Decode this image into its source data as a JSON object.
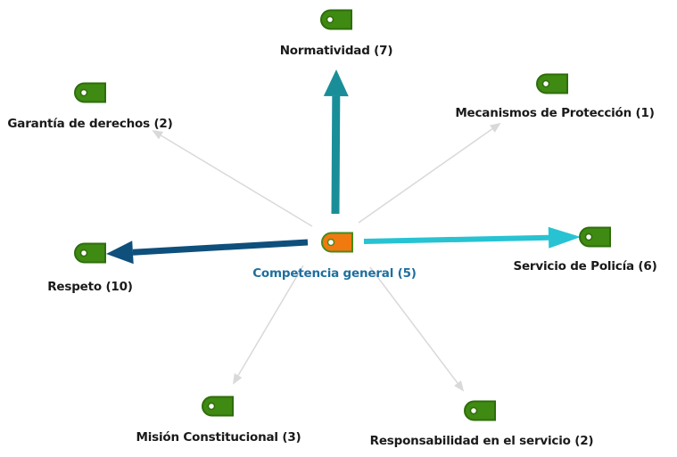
{
  "diagram": {
    "type": "network",
    "center": {
      "label": "Competencia general (5)",
      "name": "Competencia general",
      "count": 5,
      "icon": "tag-icon",
      "fill": "#f07a10",
      "stroke": "#4a8a1a"
    },
    "node_style": {
      "icon": "tag-icon",
      "fill": "#3f8a12",
      "stroke": "#2f6d0c"
    },
    "nodes": [
      {
        "id": "normatividad",
        "label": "Normatividad (7)",
        "name": "Normatividad",
        "count": 7,
        "edge_color": "#1a8e98",
        "edge_weight": "strong"
      },
      {
        "id": "garantia",
        "label": "Garantía de derechos (2)",
        "name": "Garantía de derechos",
        "count": 2,
        "edge_color": "#d9d9d9",
        "edge_weight": "weak"
      },
      {
        "id": "mecanismos",
        "label": "Mecanismos de Protección (1)",
        "name": "Mecanismos de Protección",
        "count": 1,
        "edge_color": "#d9d9d9",
        "edge_weight": "weak"
      },
      {
        "id": "respeto",
        "label": "Respeto (10)",
        "name": "Respeto",
        "count": 10,
        "edge_color": "#0e4f7c",
        "edge_weight": "strong"
      },
      {
        "id": "servicio-policia",
        "label": "Servicio de Policía (6)",
        "name": "Servicio de Policía",
        "count": 6,
        "edge_color": "#27c3d3",
        "edge_weight": "strong"
      },
      {
        "id": "mision",
        "label": "Misión Constitucional (3)",
        "name": "Misión Constitucional",
        "count": 3,
        "edge_color": "#d9d9d9",
        "edge_weight": "weak"
      },
      {
        "id": "responsabilidad",
        "label": "Responsabilidad en el servicio (2)",
        "name": "Responsabilidad en el servicio",
        "count": 2,
        "edge_color": "#d9d9d9",
        "edge_weight": "weak"
      }
    ]
  }
}
